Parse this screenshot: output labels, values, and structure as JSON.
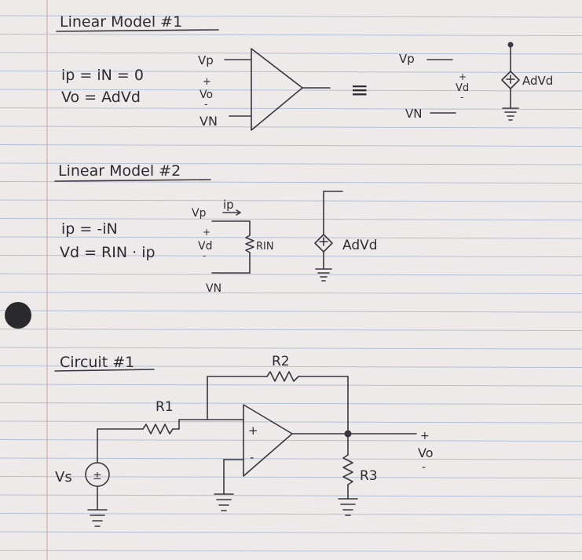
{
  "colors": {
    "paper": "#eeeae9",
    "rule_line": "#a9b6cf",
    "margin_line": "#d9a3a6",
    "ink": "#3a3540"
  },
  "model1": {
    "title": "Linear Model #1",
    "eq1": "ip = iN = 0",
    "eq2": "Vo = AdVd",
    "vp": "Vp",
    "vo_plus": "+",
    "vo": "Vo",
    "vo_minus": "-",
    "vn": "VN",
    "equiv": "≡",
    "rhs_vp": "Vp",
    "rhs_vn": "VN",
    "vd_plus": "+",
    "vd": "Vd",
    "vd_minus": "-",
    "source_label": "AdVd"
  },
  "model2": {
    "title": "Linear Model #2",
    "eq1": "ip = -iN",
    "eq2": "Vd = RIN · ip",
    "vp": "Vp",
    "ip": "ip",
    "vd_plus": "+",
    "vd": "Vd",
    "vd_minus": "-",
    "rin": "RIN",
    "vn": "VN",
    "source_label": "AdVd"
  },
  "circuit1": {
    "title": "Circuit #1",
    "r1": "R1",
    "r2": "R2",
    "r3": "R3",
    "vs": "Vs",
    "src_sign": "±",
    "opamp_plus": "+",
    "opamp_minus": "-",
    "vo_plus": "+",
    "vo": "Vo",
    "vo_minus": "-"
  }
}
